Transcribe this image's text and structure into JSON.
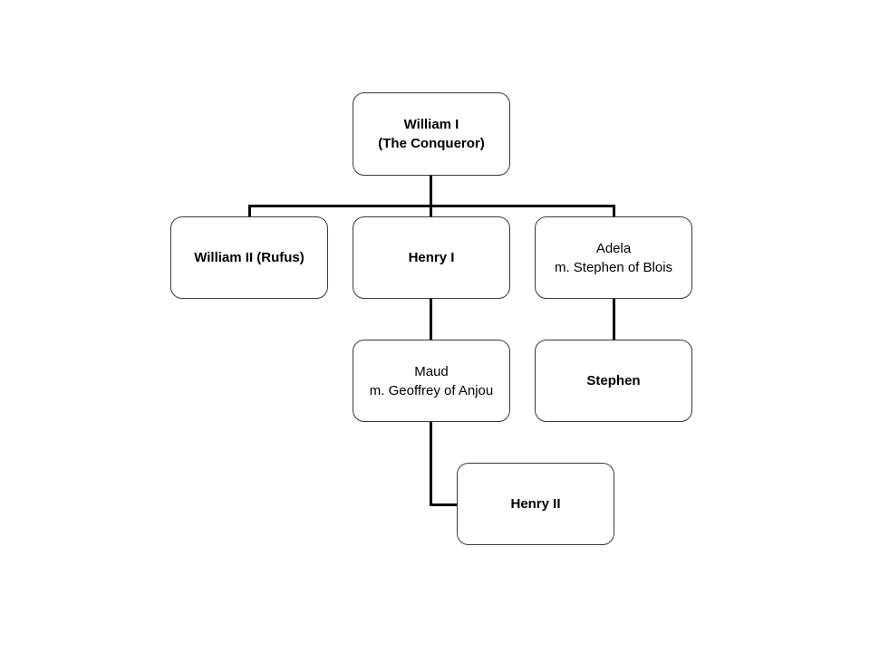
{
  "family_tree": {
    "william_i": {
      "line1": "William I",
      "line2": "(The Conqueror)"
    },
    "william_ii": {
      "line1": "William II (Rufus)"
    },
    "henry_i": {
      "line1": "Henry I"
    },
    "adela": {
      "line1": "Adela",
      "line2": "m. Stephen of Blois"
    },
    "maud": {
      "line1": "Maud",
      "line2": "m. Geoffrey of Anjou"
    },
    "stephen": {
      "line1": "Stephen"
    },
    "henry_ii": {
      "line1": "Henry II"
    }
  }
}
